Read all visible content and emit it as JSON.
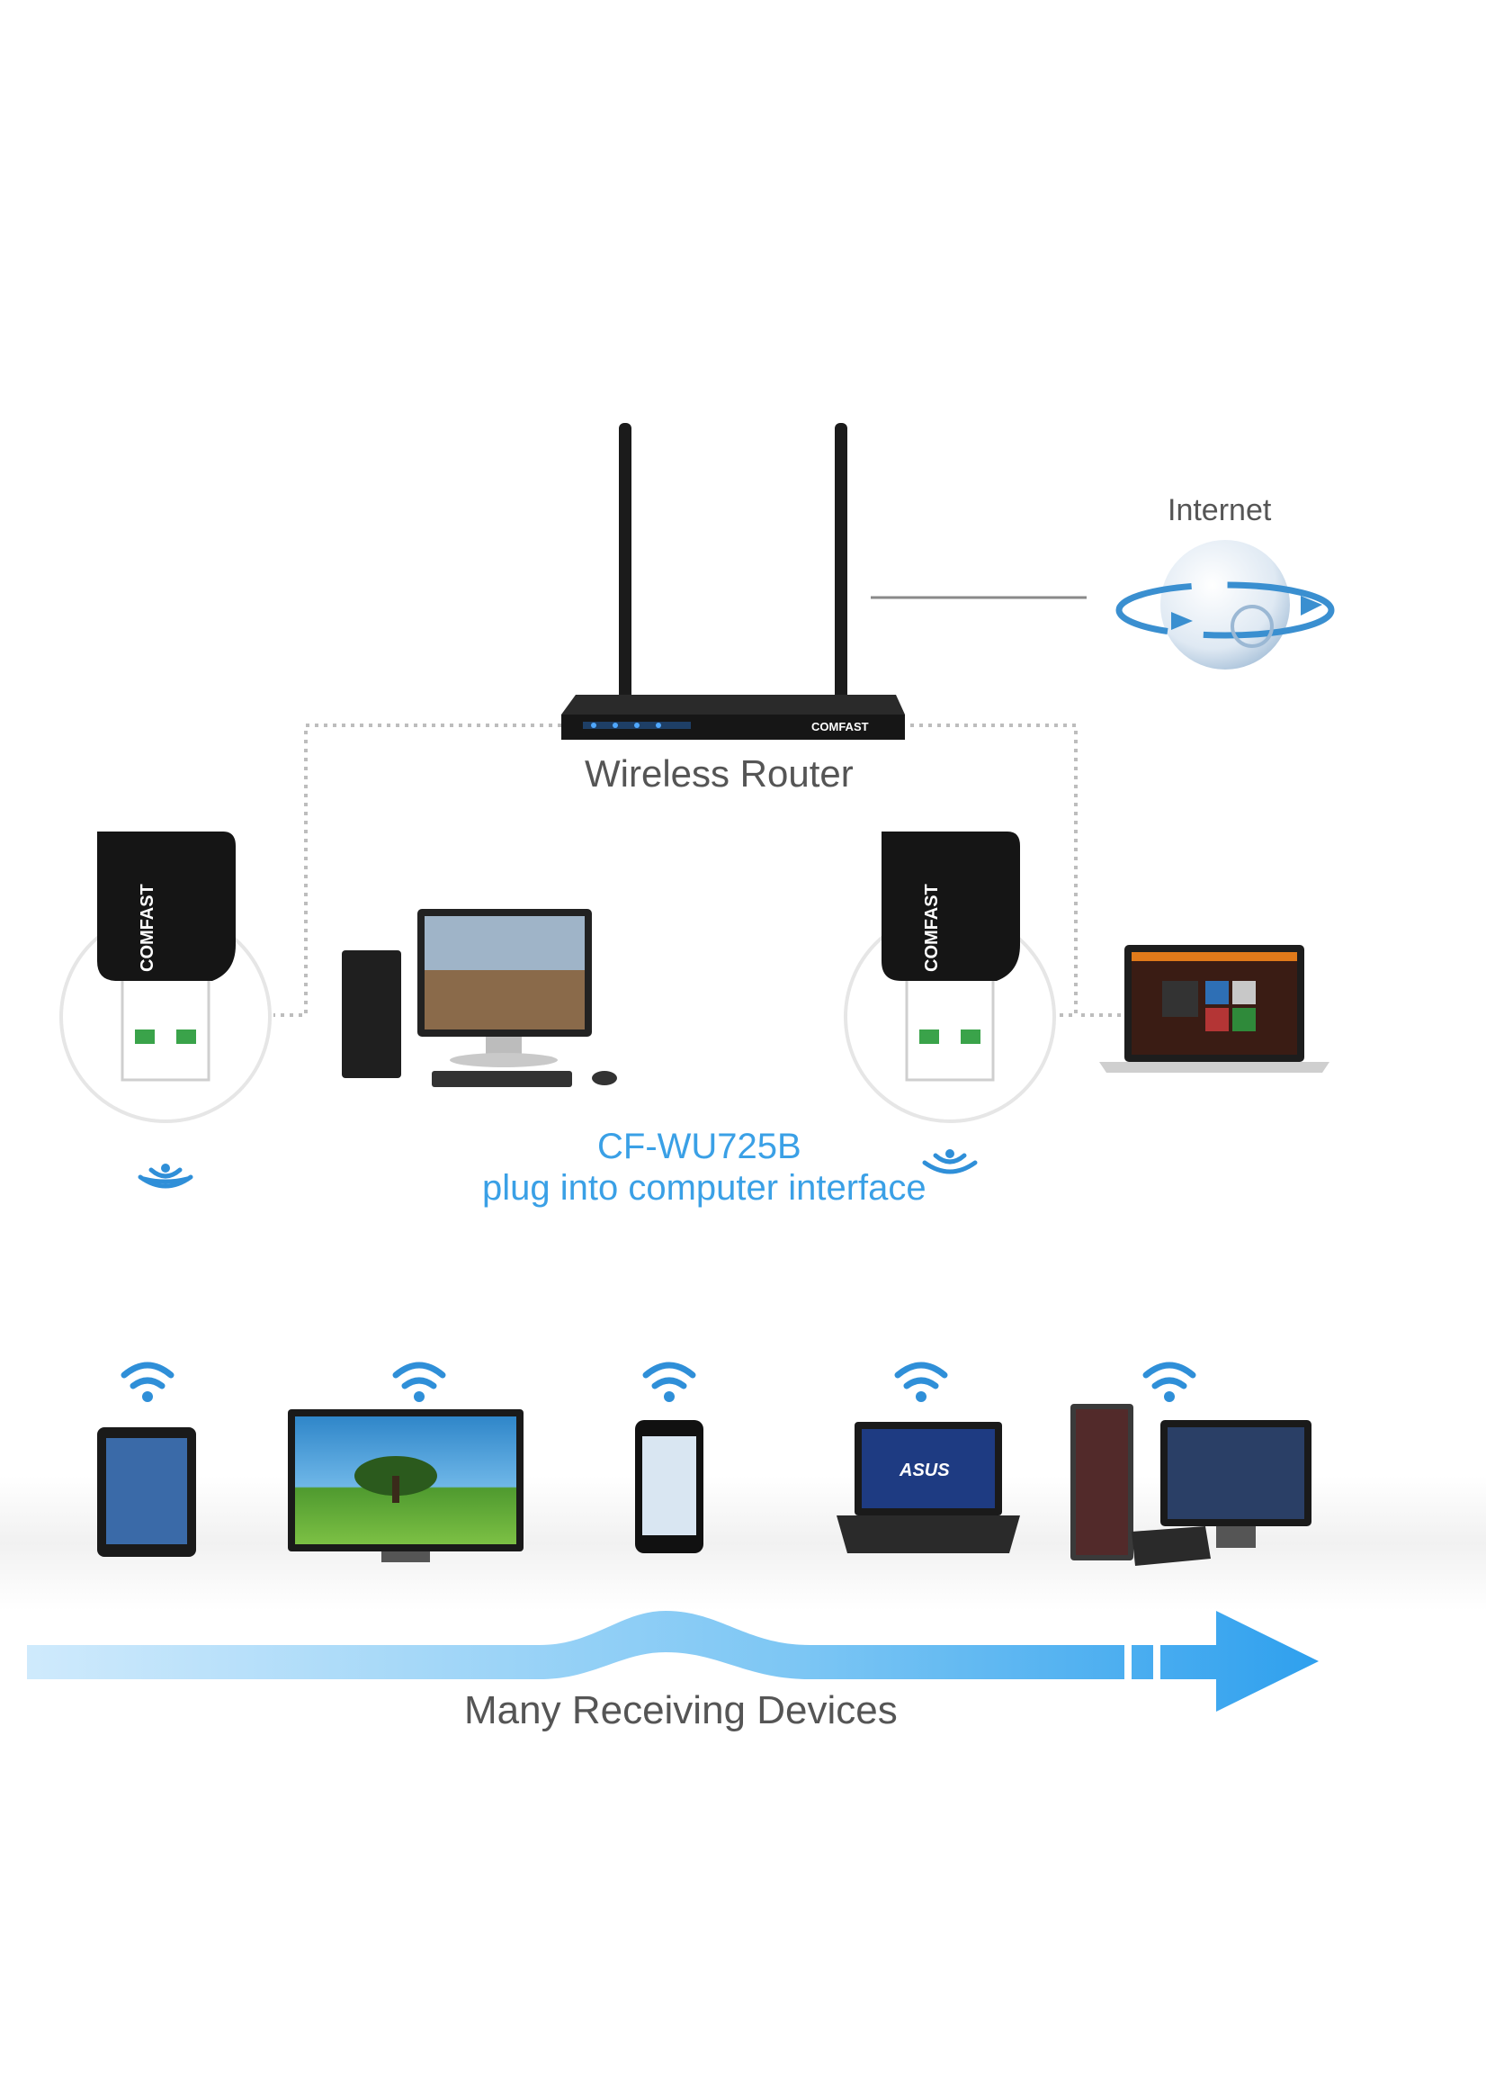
{
  "labels": {
    "internet": "Internet",
    "router": "Wireless Router",
    "adapter_model": "CF-WU725B",
    "adapter_caption": "plug into computer interface",
    "receiving": "Many Receiving Devices"
  },
  "branding": {
    "adapter_brand": "COMFAST",
    "router_brand": "COMFAST"
  },
  "colors": {
    "accent_blue": "#3aa0e6",
    "text_gray": "#555555",
    "device_black": "#1b1b1b"
  }
}
